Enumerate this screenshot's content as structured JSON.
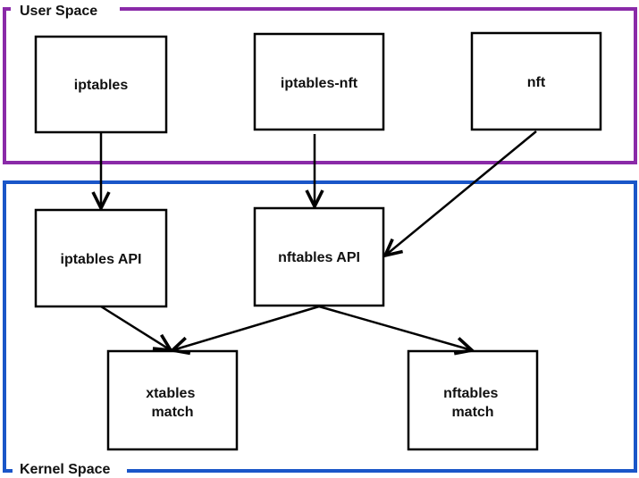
{
  "colors": {
    "user_space": "#8a2aa8",
    "kernel_space": "#1a56c8",
    "box_stroke": "#000000",
    "arrow": "#000000",
    "text": "#111111"
  },
  "regions": {
    "user_space": {
      "label": "User Space"
    },
    "kernel_space": {
      "label": "Kernel Space"
    }
  },
  "nodes": {
    "iptables": {
      "label": "iptables"
    },
    "iptables_nft": {
      "label": "iptables-nft"
    },
    "nft": {
      "label": "nft"
    },
    "iptables_api": {
      "label": "iptables API"
    },
    "nftables_api": {
      "label": "nftables API"
    },
    "xtables_match": {
      "line1": "xtables",
      "line2": "match"
    },
    "nftables_match": {
      "line1": "nftables",
      "line2": "match"
    }
  },
  "edges": [
    {
      "from": "iptables",
      "to": "iptables API"
    },
    {
      "from": "iptables-nft",
      "to": "nftables API"
    },
    {
      "from": "nft",
      "to": "nftables API"
    },
    {
      "from": "iptables API",
      "to": "xtables match"
    },
    {
      "from": "nftables API",
      "to": "xtables match"
    },
    {
      "from": "nftables API",
      "to": "nftables match"
    }
  ]
}
